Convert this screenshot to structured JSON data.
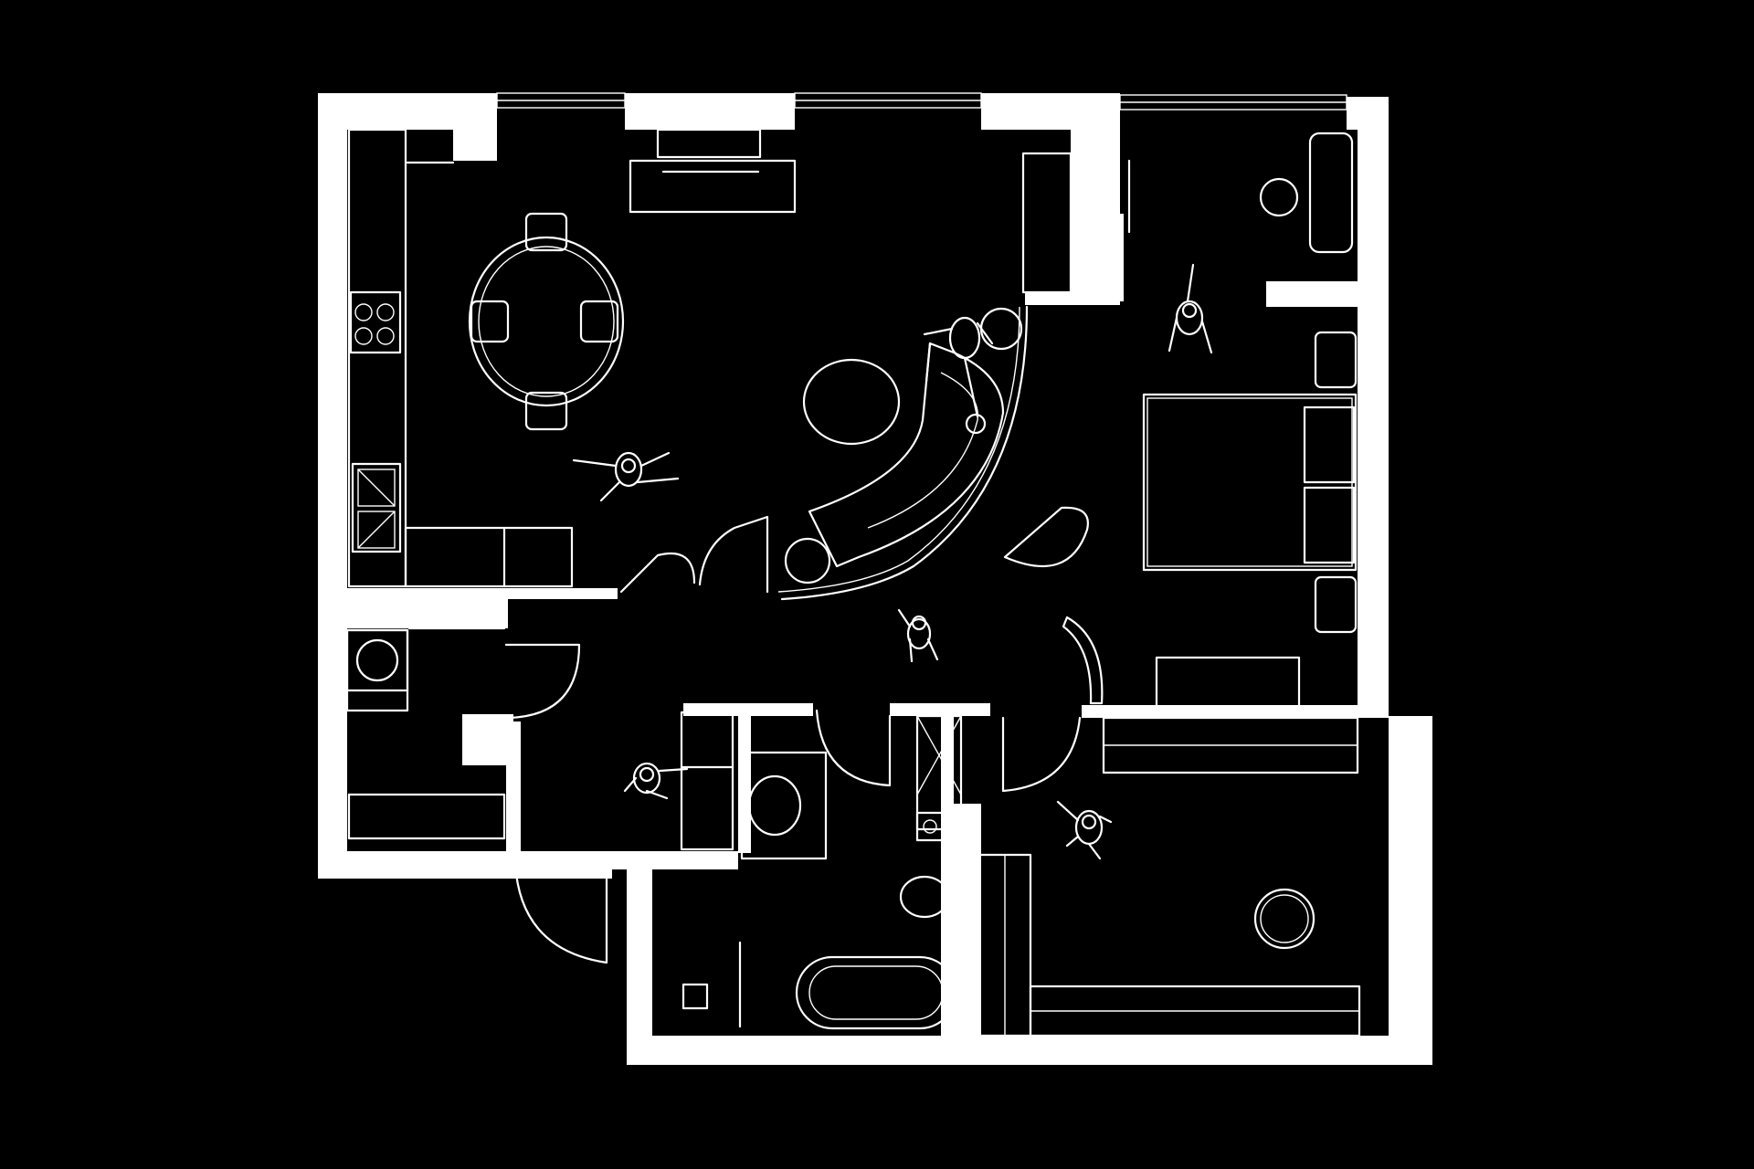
{
  "drawing": {
    "kind": "apartment floor plan",
    "background_color": "#000000",
    "line_color": "#ffffff",
    "has_text_labels": false
  },
  "rooms": [
    "kitchen-dining",
    "living-area",
    "bedroom",
    "hallway",
    "laundry",
    "wardrobe",
    "bathroom",
    "dressing-room"
  ],
  "fixtures": [
    "dining-table",
    "dining-chair",
    "cooktop",
    "kitchen-sink",
    "washing-machine",
    "curved-sofa",
    "oval-rug",
    "side-table",
    "armchair",
    "double-bed",
    "nightstand",
    "tv-console",
    "desk",
    "vanity-sink",
    "stacked-appliance",
    "toilet",
    "bathtub",
    "bidet",
    "radiator",
    "round-ottoman",
    "wardrobe-rail",
    "person-figure",
    "door-swing",
    "window"
  ]
}
